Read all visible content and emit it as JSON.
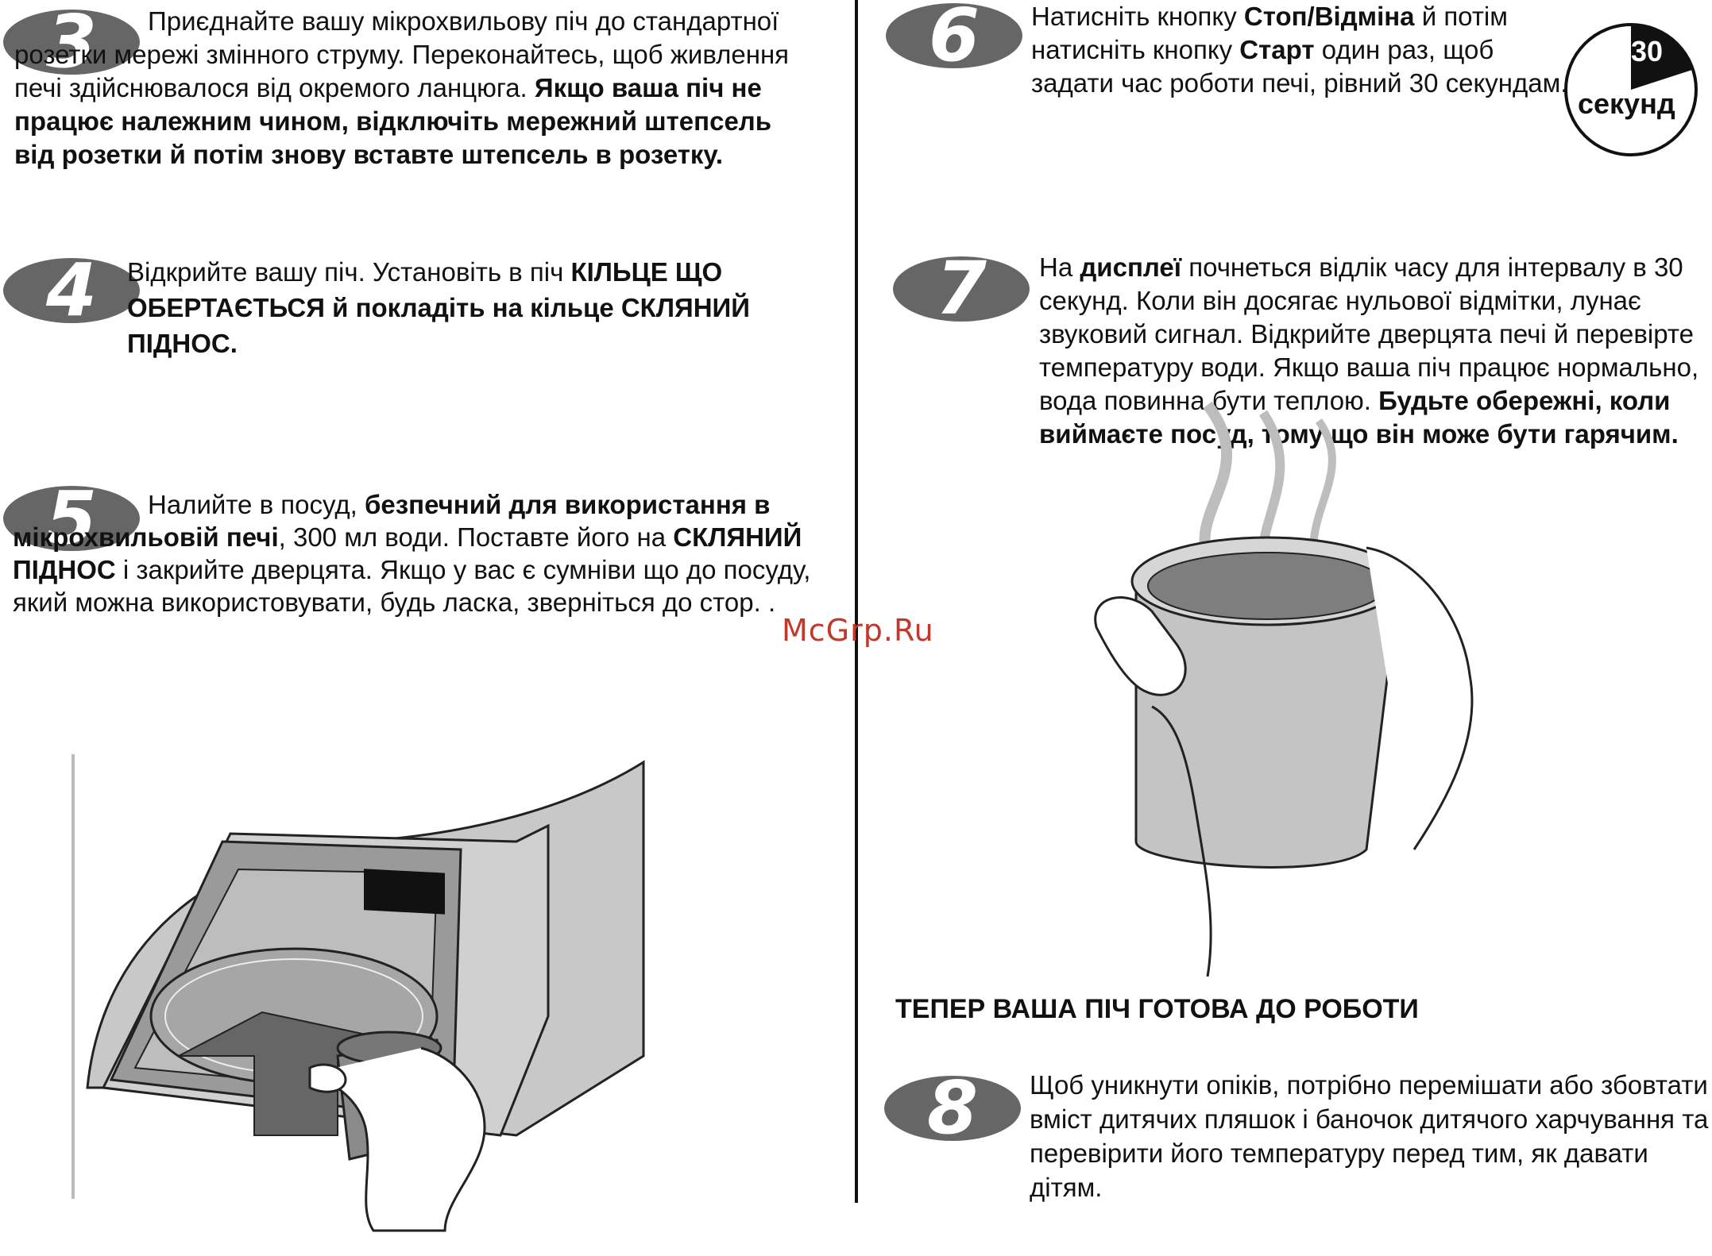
{
  "steps": [
    {
      "number": "3",
      "parts": [
        {
          "t": "Приєднайте вашу мікрохвильову піч до стандартної розетки мережі змінного струму. Переконайтесь, щоб живлення печі здійснювалося від окремого ланцюга. ",
          "b": false
        },
        {
          "t": "Якщо ваша піч не працює належним чином, відключіть мережний штепсель від розетки й потім знову вставте штепсель в розетку.",
          "b": true
        }
      ]
    },
    {
      "number": "4",
      "parts": [
        {
          "t": "Відкрийте вашу піч. Установіть в піч ",
          "b": false
        },
        {
          "t": "КІЛЬЦЕ ЩО ОБЕРТАЄТЬСЯ й покладіть на кільце СКЛЯНИЙ ПІДНОС.",
          "b": true
        }
      ]
    },
    {
      "number": "5",
      "parts": [
        {
          "t": "Налийте в посуд, ",
          "b": false
        },
        {
          "t": "безпечний для використання в мікрохвильовій печі",
          "b": true
        },
        {
          "t": ", 300 мл води. Поставте його на ",
          "b": false
        },
        {
          "t": "СКЛЯНИЙ ПІДНОС",
          "b": true
        },
        {
          "t": " і закрийте дверцята. Якщо у вас є сумніви що до посуду, який можна використовувати, будь ласка, зверніться до стор. .",
          "b": false
        }
      ]
    },
    {
      "number": "6",
      "parts": [
        {
          "t": "Натисніть кнопку ",
          "b": false
        },
        {
          "t": "Стоп/Відміна",
          "b": true
        },
        {
          "t": " й потім натисніть кнопку ",
          "b": false
        },
        {
          "t": "Старт",
          "b": true
        },
        {
          "t": " один раз, щоб задати час роботи печі, рівний 30 секундам.",
          "b": false
        }
      ]
    },
    {
      "number": "7",
      "parts": [
        {
          "t": "На ",
          "b": false
        },
        {
          "t": "дисплеї",
          "b": true
        },
        {
          "t": " почнеться відлік часу для інтервалу в 30 секунд. Коли він досягає нульової відмітки, лунає звуковий сигнал. Відкрийте дверцята печі й перевірте температуру води. Якщо ваша піч працює нормально, вода повинна бути теплою. ",
          "b": false
        },
        {
          "t": "Будьте обережні, коли виймаєте посуд, тому що він може бути гарячим.",
          "b": true
        }
      ]
    },
    {
      "number": "8",
      "parts": [
        {
          "t": "Щоб уникнути опіків, потрібно перемішати або збовтати вміст дитячих пляшок і баночок дитячого харчування та перевірити його температуру перед тим, як давати дітям.",
          "b": false
        }
      ]
    }
  ],
  "timer": {
    "value": "30",
    "label": "секунд"
  },
  "ready_title": "ТЕПЕР ВАША ПІЧ ГОТОВА ДО РОБОТИ",
  "watermark": "McGrp.Ru",
  "colors": {
    "badge": "#666666",
    "illustration_gray": "#8a8a8a",
    "illustration_light": "#c8c8c8"
  }
}
